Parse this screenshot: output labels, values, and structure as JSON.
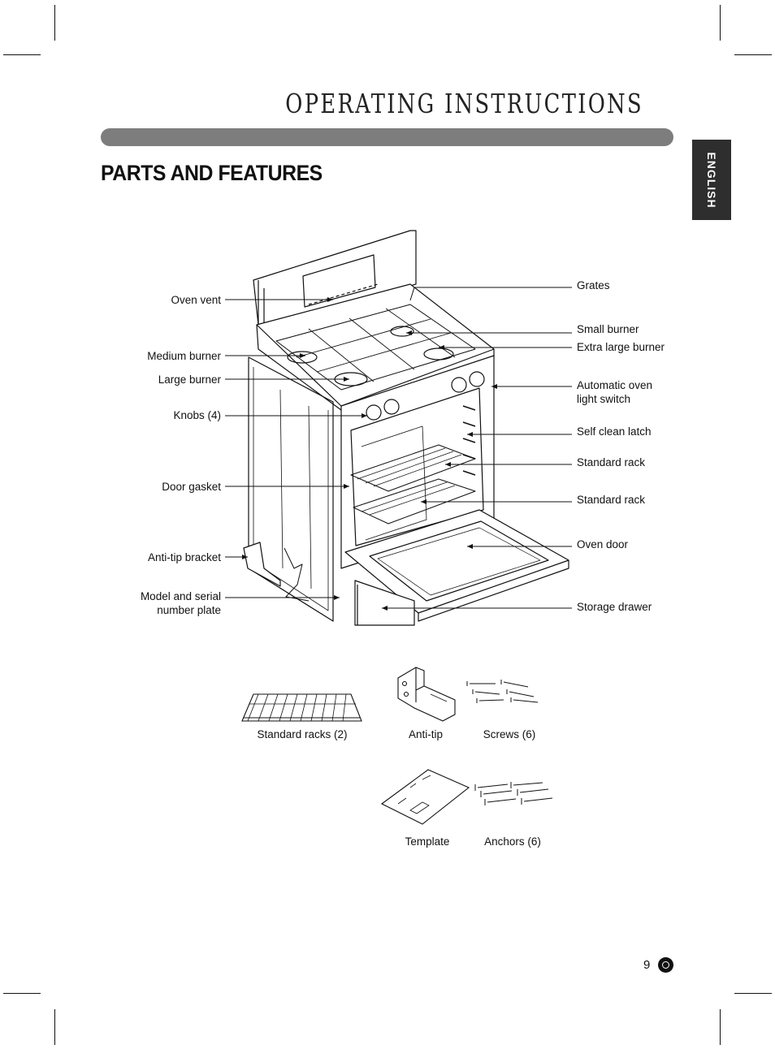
{
  "header": {
    "title": "OPERATING INSTRUCTIONS",
    "language_tab": "ENGLISH"
  },
  "section": {
    "title": "PARTS AND FEATURES"
  },
  "labels_left": [
    "Oven vent",
    "Medium burner",
    "Large burner",
    "Knobs (4)",
    "Door gasket",
    "Anti-tip bracket",
    "Model and serial number plate"
  ],
  "labels_right": [
    "Grates",
    "Small burner",
    "Extra large burner",
    "Automatic oven light switch",
    "Self clean latch",
    "Standard rack",
    "Standard rack",
    "Oven door",
    "Storage drawer"
  ],
  "accessories": [
    "Standard racks (2)",
    "Anti-tip",
    "Screws (6)",
    "Template",
    "Anchors (6)"
  ],
  "footer": {
    "page_number": "9",
    "logo_icon": "lg-logo-icon"
  }
}
